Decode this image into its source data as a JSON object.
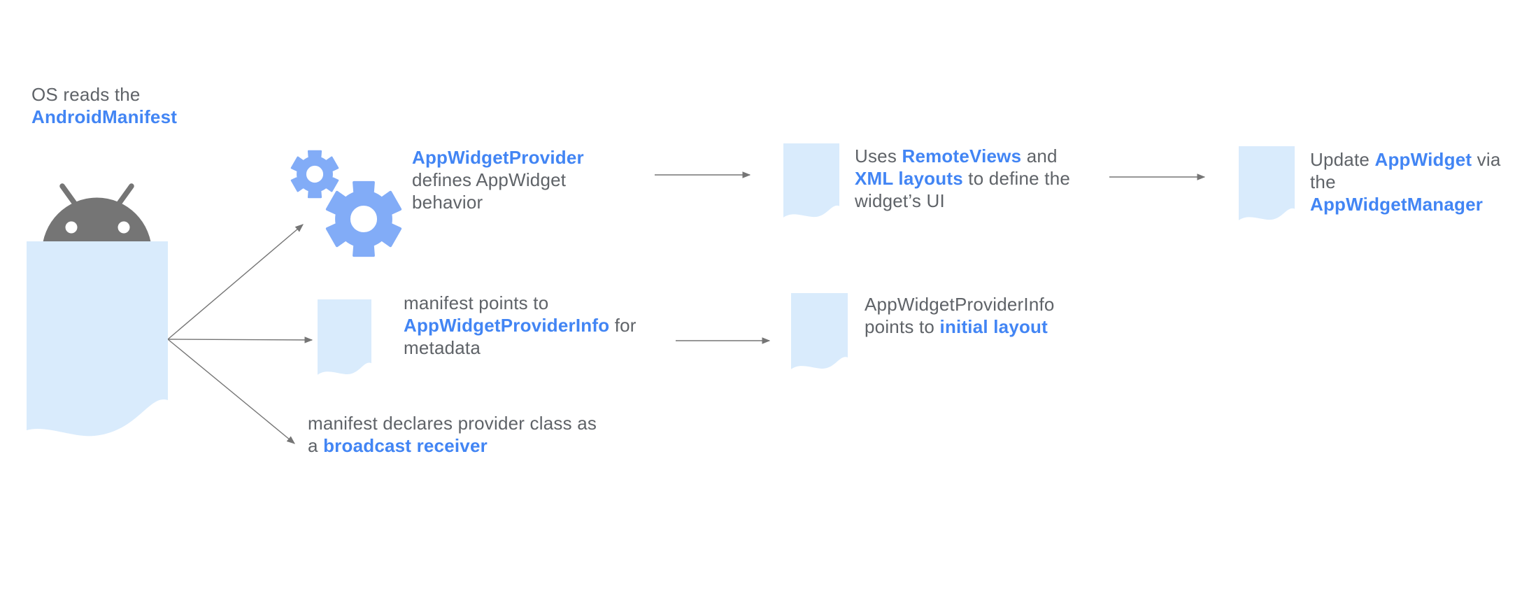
{
  "colors": {
    "background": "#ffffff",
    "text_gray": "#5f6368",
    "link_blue": "#4285f4",
    "gear_blue": "#82acf7",
    "doc_blue": "#d9ebfc",
    "robot_gray": "#757575",
    "arrow_gray": "#757575"
  },
  "icons": {
    "android_figure": "android-robot-peeking-over-manifest-document",
    "gears": "two-gears-icon",
    "document": "page-with-wavy-bottom-icon"
  },
  "labels": {
    "os_note": {
      "intro": "OS reads the",
      "manifest_term": "AndroidManifest"
    },
    "provider": {
      "term": "AppWidgetProvider",
      "line2": "defines AppWidget",
      "line3": "behavior"
    },
    "remoteviews": {
      "uses": "Uses ",
      "remoteviews_term": "RemoteViews",
      "and": " and",
      "xml_term": "XML layouts",
      "define": " to define the",
      "ui": "widget’s UI"
    },
    "update": {
      "update": "Update ",
      "appwidget_term": "AppWidget",
      "via": " via",
      "the": "the",
      "manager_term": "AppWidgetManager"
    },
    "metadata": {
      "line1": "manifest points to",
      "providerinfo_term": "AppWidgetProviderInfo",
      "for": " for",
      "line3": "metadata"
    },
    "initial_layout": {
      "line1": "AppWidgetProviderInfo",
      "points": "points to ",
      "layout_term": "initial layout"
    },
    "broadcast": {
      "line1": "manifest declares provider class as",
      "a": "a ",
      "receiver_term": "broadcast receiver"
    }
  }
}
